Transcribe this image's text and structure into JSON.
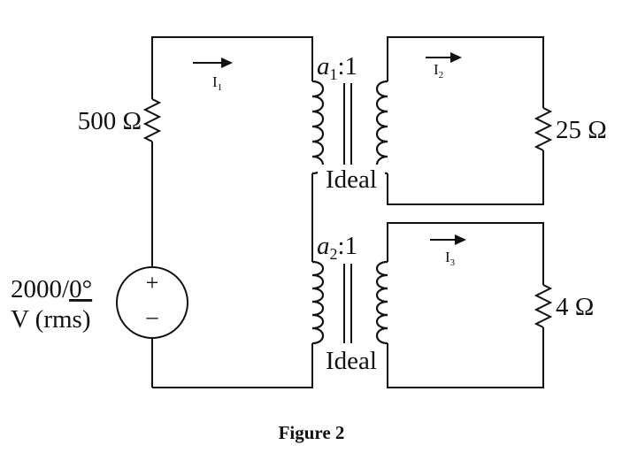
{
  "figure": {
    "caption": "Figure 2",
    "source": {
      "value": "2000/0°",
      "angle": "0°",
      "units": "V (rms)",
      "plus": "+",
      "minus": "–"
    },
    "resistors": {
      "r_source": "500 Ω",
      "r_load_top": "25 Ω",
      "r_load_bottom": "4 Ω"
    },
    "transformers": [
      {
        "ratio_prefix": "a",
        "ratio_sub": "1",
        "ratio_suffix": ":1",
        "type": "Ideal"
      },
      {
        "ratio_prefix": "a",
        "ratio_sub": "2",
        "ratio_suffix": ":1",
        "type": "Ideal"
      }
    ],
    "currents": [
      {
        "symbol": "I",
        "sub": "1"
      },
      {
        "symbol": "I",
        "sub": "2"
      },
      {
        "symbol": "I",
        "sub": "3"
      }
    ]
  }
}
